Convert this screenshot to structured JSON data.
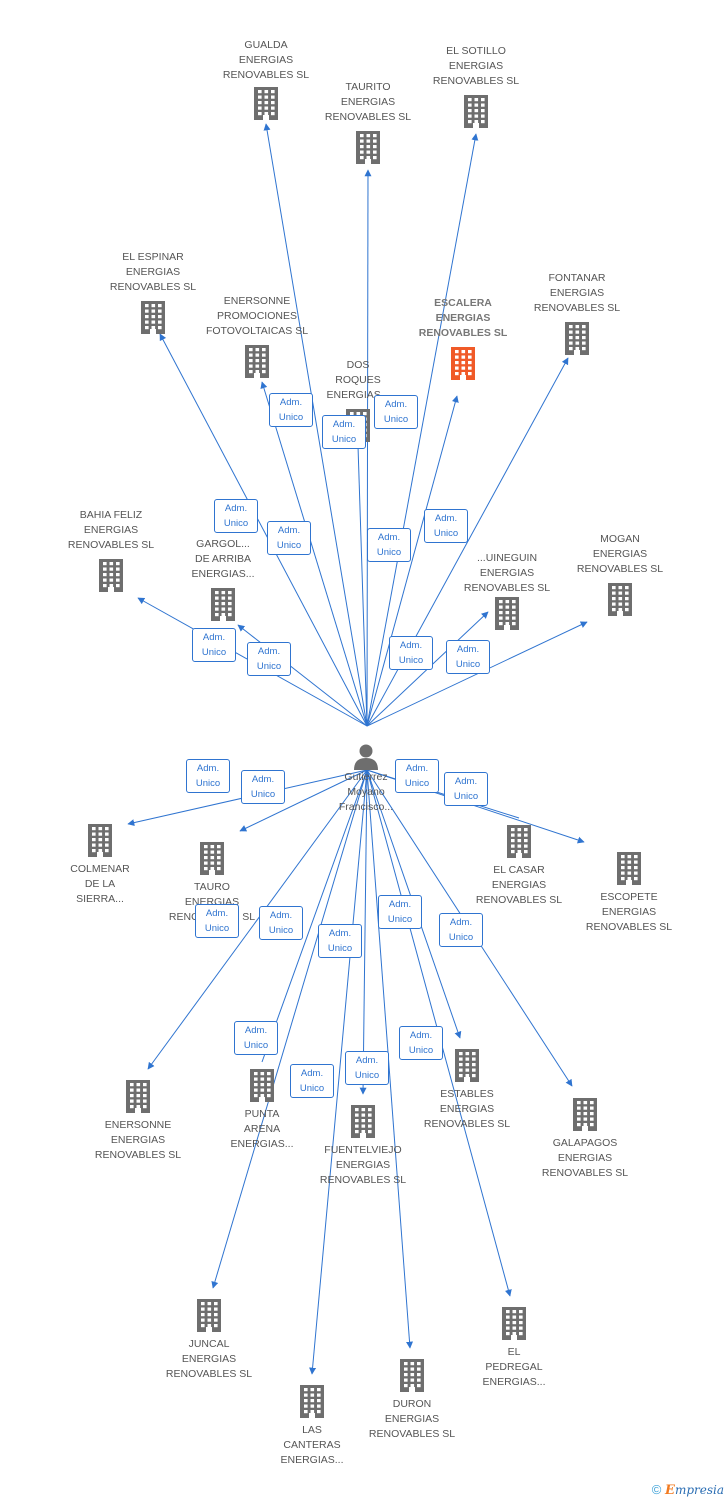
{
  "center": {
    "label": "Gutierrez Moyano Francisco...",
    "lines": [
      "Gutierrez",
      "Moyano",
      "Francisco..."
    ]
  },
  "relation_label": [
    "Adm.",
    "Unico"
  ],
  "colors": {
    "edge": "#2f74d0",
    "building": "#6e6e6e",
    "highlight": "#f05a28"
  },
  "nodes": [
    {
      "id": "gualda",
      "lines": [
        "GUALDA",
        "ENERGIAS",
        "RENOVABLES SL"
      ]
    },
    {
      "id": "taurito",
      "lines": [
        "TAURITO",
        "ENERGIAS",
        "RENOVABLES SL"
      ]
    },
    {
      "id": "el-sotillo",
      "lines": [
        "EL SOTILLO",
        "ENERGIAS",
        "RENOVABLES SL"
      ]
    },
    {
      "id": "el-espinar",
      "lines": [
        "EL ESPINAR",
        "ENERGIAS",
        "RENOVABLES SL"
      ]
    },
    {
      "id": "enersonne-promociones",
      "lines": [
        "ENERSONNE",
        "PROMOCIONES",
        "FOTOVOLTAICAS SL"
      ]
    },
    {
      "id": "escalera",
      "lines": [
        "ESCALERA",
        "ENERGIAS",
        "RENOVABLES SL"
      ],
      "highlight": true
    },
    {
      "id": "fontanar",
      "lines": [
        "FONTANAR",
        "ENERGIAS",
        "RENOVABLES SL"
      ]
    },
    {
      "id": "dos-roques",
      "lines": [
        "DOS",
        "ROQUES",
        "ENERGIAS..."
      ]
    },
    {
      "id": "bahia-feliz",
      "lines": [
        "BAHIA FELIZ",
        "ENERGIAS",
        "RENOVABLES SL"
      ]
    },
    {
      "id": "gargolas",
      "lines": [
        "GARGOL...",
        "DE ARRIBA",
        "ENERGIAS..."
      ]
    },
    {
      "id": "arguineguin",
      "lines": [
        "...UINEGUIN",
        "ENERGIAS",
        "RENOVABLES SL"
      ]
    },
    {
      "id": "mogan",
      "lines": [
        "MOGAN",
        "ENERGIAS",
        "RENOVABLES SL"
      ]
    },
    {
      "id": "colmenar",
      "lines": [
        "COLMENAR",
        "DE LA",
        "SIERRA..."
      ]
    },
    {
      "id": "tauro",
      "lines": [
        "TAURO",
        "ENERGIAS",
        "RENOVABLES SL"
      ]
    },
    {
      "id": "el-casar",
      "lines": [
        "EL CASAR",
        "ENERGIAS",
        "RENOVABLES SL"
      ]
    },
    {
      "id": "escopete",
      "lines": [
        "ESCOPETE",
        "ENERGIAS",
        "RENOVABLES SL"
      ]
    },
    {
      "id": "enersonne",
      "lines": [
        "ENERSONNE",
        "ENERGIAS",
        "RENOVABLES SL"
      ]
    },
    {
      "id": "punta-arena",
      "lines": [
        "PUNTA",
        "ARENA",
        "ENERGIAS..."
      ]
    },
    {
      "id": "fuentelviejo",
      "lines": [
        "FUENTELVIEJO",
        "ENERGIAS",
        "RENOVABLES SL"
      ]
    },
    {
      "id": "estables",
      "lines": [
        "ESTABLES",
        "ENERGIAS",
        "RENOVABLES SL"
      ]
    },
    {
      "id": "galapagos",
      "lines": [
        "GALAPAGOS",
        "ENERGIAS",
        "RENOVABLES SL"
      ]
    },
    {
      "id": "juncal",
      "lines": [
        "JUNCAL",
        "ENERGIAS",
        "RENOVABLES SL"
      ]
    },
    {
      "id": "las-canteras",
      "lines": [
        "LAS",
        "CANTERAS",
        "ENERGIAS..."
      ]
    },
    {
      "id": "duron",
      "lines": [
        "DURON",
        "ENERGIAS",
        "RENOVABLES SL"
      ]
    },
    {
      "id": "el-pedregal",
      "lines": [
        "EL",
        "PEDREGAL",
        "ENERGIAS..."
      ]
    }
  ],
  "footer": {
    "copyright": "©",
    "brand_initial": "E",
    "brand_rest": "mpresia"
  }
}
